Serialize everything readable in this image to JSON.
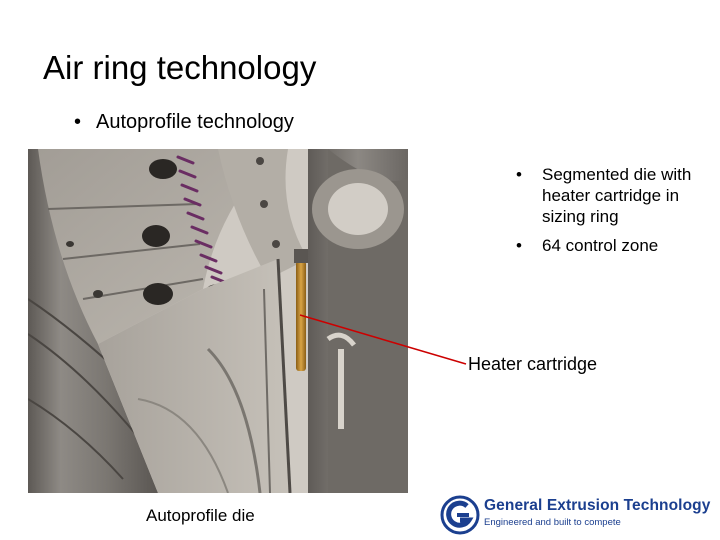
{
  "slide": {
    "title": "Air ring technology",
    "bullet": "Autoprofile technology",
    "side_bullets": [
      "Segmented die with heater cartridge in sizing ring",
      "64 control zone"
    ],
    "callout_label": "Heater cartridge",
    "image_caption": "Autoprofile die"
  },
  "logo": {
    "company": "General Extrusion Technology",
    "tagline": "Engineered and built to compete",
    "brand_color": "#1b3f8f",
    "icon": "get-logo-icon"
  },
  "colors": {
    "leader_line": "#cc0000",
    "heater_cartridge": "#c8912e"
  }
}
